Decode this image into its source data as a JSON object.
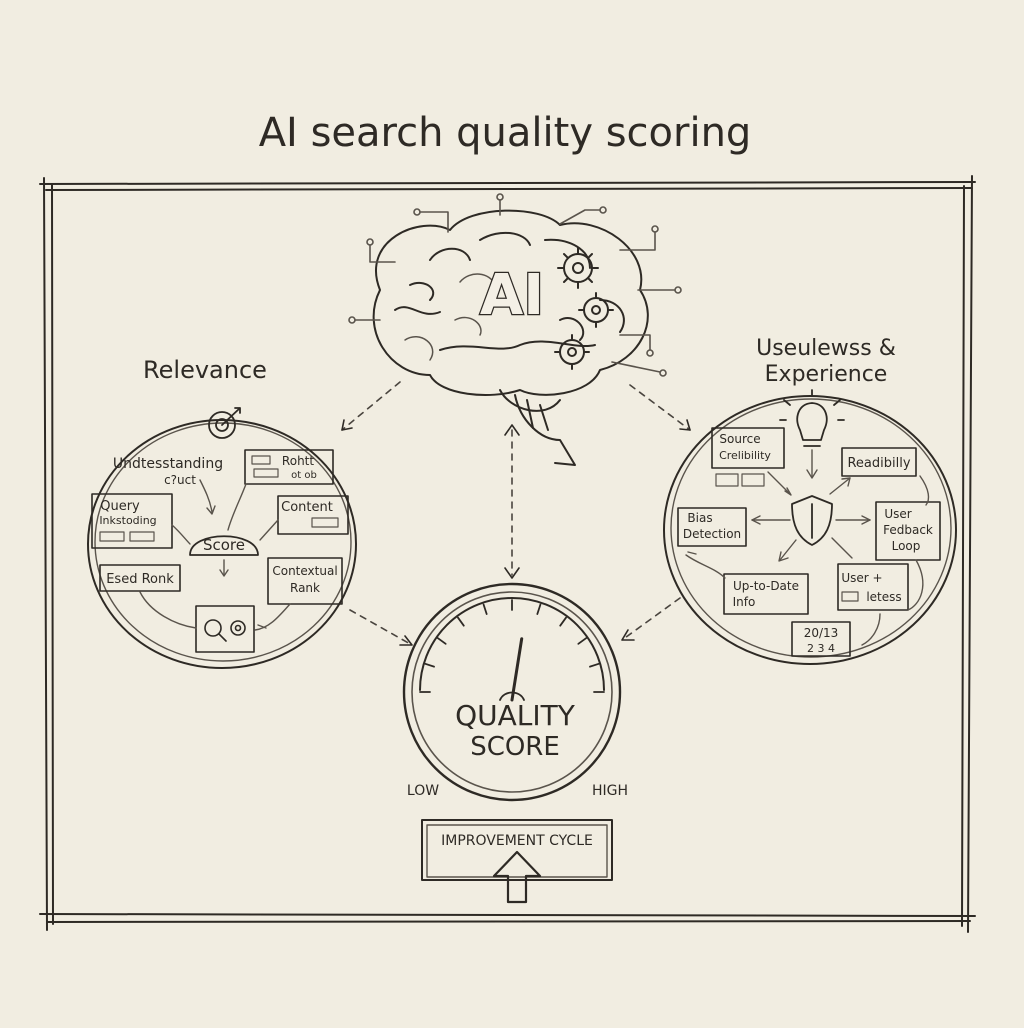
{
  "title": "AI search quality scoring",
  "brain": {
    "label": "AI"
  },
  "relevance": {
    "heading": "Relevance",
    "understanding_line1": "Undtesstanding",
    "understanding_line2": "c?uct",
    "rohtt_label": "Rohtt",
    "rohtt_sub": "ot ob",
    "query_line1": "Query",
    "query_line2": "Inkstoding",
    "content_label": "Content",
    "score_label": "Score",
    "esed_label": "Esed Ronk",
    "contextual_line1": "Contextual",
    "contextual_line2": "Rank"
  },
  "usefulness": {
    "heading_line1": "Useulewss &",
    "heading_line2": "Experience",
    "source_line1": "Source",
    "source_line2": "Crelibility",
    "readability_label": "Readibilly",
    "bias_line1": "Bias",
    "bias_line2": "Detection",
    "feedback_line1": "User",
    "feedback_line2": "Fedback",
    "feedback_line3": "Loop",
    "uptodate_line1": "Up-to-Date",
    "uptodate_line2": "Info",
    "user_line1": "User +",
    "user_line2": "letess",
    "date_line1": "20/13",
    "date_line2": "2 3 4"
  },
  "gauge": {
    "line1": "QUALITY",
    "line2": "SCORE",
    "low": "LOW",
    "high": "HIGH",
    "level": 0.55
  },
  "improvement": {
    "label": "IMPROVEMENT CYCLE"
  }
}
